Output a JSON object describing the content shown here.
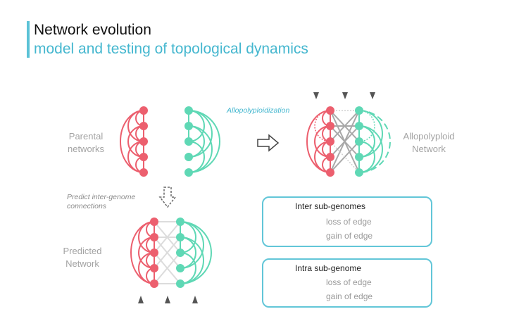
{
  "header": {
    "title": "Network evolution",
    "subtitle": "model and testing of topological dynamics"
  },
  "labels": {
    "parental": "Parental networks",
    "allopolyploidization": "Allopolyploidization",
    "allopolyploid": "Allopolyploid Network",
    "predict_note": "Predict inter-genome connections",
    "predicted": "Predicted Network"
  },
  "legend_inter": {
    "title": "Inter sub-genomes",
    "loss": "loss of edge",
    "gain": "gain of edge"
  },
  "legend_intra": {
    "title": "Intra sub-genome",
    "loss": "loss of edge",
    "gain": "gain of edge"
  },
  "colors": {
    "red": "#ec5f6e",
    "green": "#5fd8b5",
    "gray": "#b5b5b5",
    "accent": "#45b7cf"
  }
}
